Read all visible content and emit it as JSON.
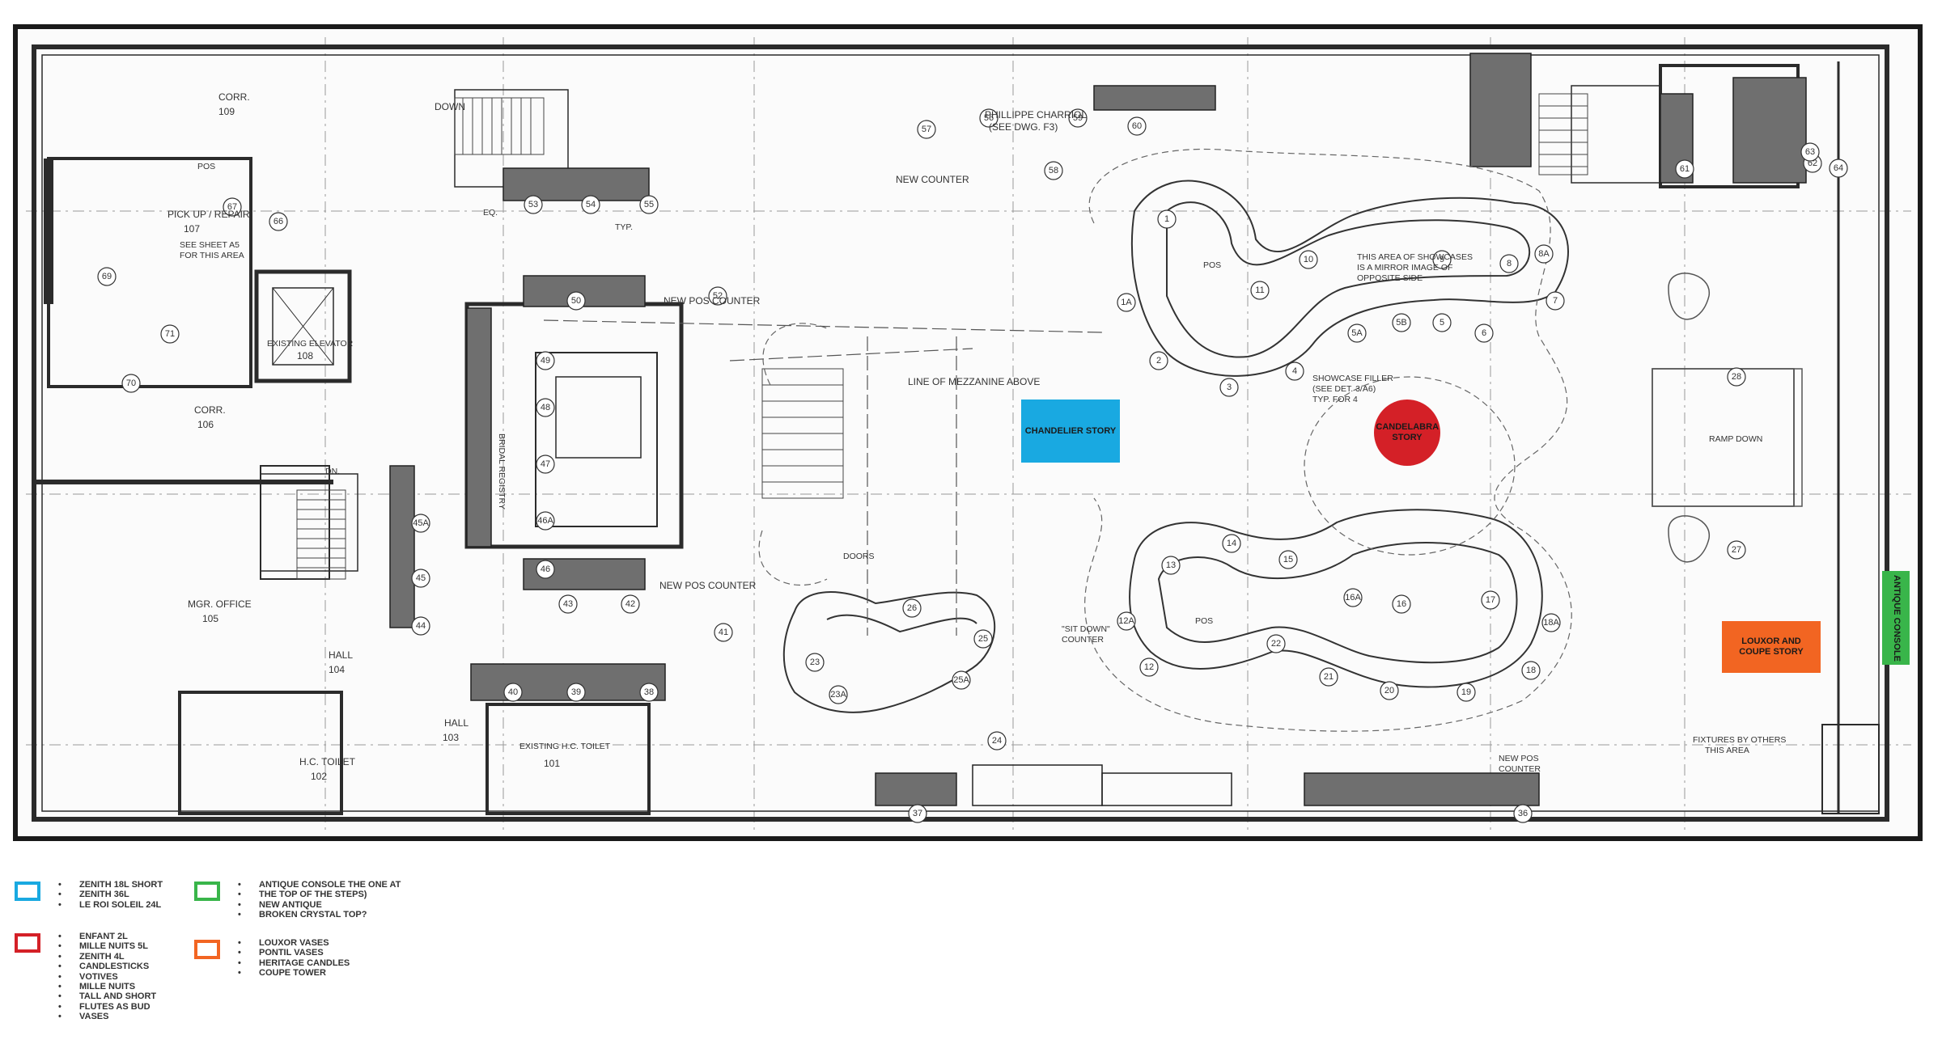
{
  "floor_plan": {
    "rooms": [
      {
        "name": "CORR.",
        "number": "109"
      },
      {
        "name": "PICK UP / REPAIR",
        "number": "107"
      },
      {
        "name": "EXISTING ELEVATOR",
        "number": "108"
      },
      {
        "name": "CORR.",
        "number": "106"
      },
      {
        "name": "MGR. OFFICE",
        "number": "105"
      },
      {
        "name": "HALL",
        "number": "104"
      },
      {
        "name": "H.C. TOILET",
        "number": "102"
      },
      {
        "name": "HALL",
        "number": "103"
      },
      {
        "name": "EXISTING H.C. TOILET",
        "number": "101"
      }
    ],
    "notes": {
      "down": "DOWN",
      "dn": "DN.",
      "new_counter": "NEW COUNTER",
      "phillippe_chariot": "PHILLIPPE CHARRIOL",
      "see_dwg": "(SEE DWG. F3)",
      "new_pos_counter_top": "NEW POS COUNTER",
      "new_pos_counter_mid": "NEW POS COUNTER",
      "new_pos_counter_bottom": "NEW POS",
      "counter": "COUNTER",
      "line_of_mezzanine": "LINE OF MEZZANINE ABOVE",
      "mirror_note_1": "THIS AREA OF SHOWCASES",
      "mirror_note_2": "IS A MIRROR IMAGE OF",
      "mirror_note_3": "OPPOSITE SIDE",
      "showcase_filler_1": "SHOWCASE FILLER",
      "showcase_filler_2": "(SEE DET. 3/A6)",
      "showcase_filler_3": "TYP. FOR 4",
      "ramp_down": "RAMP DOWN",
      "doors": "DOORS",
      "sit_down_1": "\"SIT DOWN\"",
      "sit_down_2": "COUNTER",
      "fixtures_1": "FIXTURES BY OTHERS",
      "fixtures_2": "THIS AREA",
      "bridal": "BRIDAL REGISTRY",
      "see_sheet_1": "SEE SHEET A5",
      "see_sheet_2": "FOR THIS AREA",
      "pos": "POS",
      "pos2": "POS",
      "pos3": "POS",
      "typ": "TYP.",
      "eq": "EQ."
    },
    "fixture_numbers": [
      "1",
      "1A",
      "2",
      "3",
      "4",
      "5",
      "5A",
      "5B",
      "6",
      "7",
      "8",
      "8A",
      "9",
      "10",
      "11",
      "12",
      "12A",
      "13",
      "14",
      "15",
      "16",
      "16A",
      "17",
      "18",
      "18A",
      "19",
      "20",
      "21",
      "22",
      "23",
      "23A",
      "24",
      "25",
      "25A",
      "26",
      "27",
      "28",
      "36",
      "37",
      "38",
      "39",
      "40",
      "41",
      "42",
      "43",
      "44",
      "45",
      "45A",
      "46",
      "46A",
      "47",
      "48",
      "49",
      "50",
      "52",
      "53",
      "54",
      "55",
      "56",
      "57",
      "58",
      "59",
      "60",
      "61",
      "62",
      "63",
      "64",
      "66",
      "67",
      "69",
      "70",
      "71"
    ]
  },
  "story_zones": [
    {
      "key": "chandelier",
      "label": "CHANDELIER STORY",
      "color": "#19a9e1"
    },
    {
      "key": "candelabra",
      "label": "CANDELABRA STORY",
      "color": "#d42027"
    },
    {
      "key": "louxor",
      "label": "LOUXOR AND COUPE STORY",
      "color": "#f26522"
    },
    {
      "key": "antique",
      "label": "ANTIQUE CONSOLE",
      "color": "#39b54a"
    }
  ],
  "legend": [
    {
      "color": "#19a9e1",
      "items": [
        "ZENITH 18L SHORT",
        "ZENITH 36L",
        "LE ROI SOLEIL 24L"
      ]
    },
    {
      "color": "#d42027",
      "items": [
        "ENFANT 2L",
        "MILLE NUITS 5L",
        "ZENITH 4L",
        "CANDLESTICKS",
        "VOTIVES",
        "MILLE NUITS",
        "TALL AND SHORT",
        "FLUTES AS BUD",
        "VASES"
      ]
    },
    {
      "color": "#39b54a",
      "items": [
        "ANTIQUE CONSOLE THE ONE AT",
        "THE TOP OF THE STEPS)",
        "NEW ANTIQUE",
        "BROKEN CRYSTAL TOP?"
      ]
    },
    {
      "color": "#f26522",
      "items": [
        "LOUXOR VASES",
        "PONTIL VASES",
        "HERITAGE CANDLES",
        "COUPE TOWER"
      ]
    }
  ]
}
